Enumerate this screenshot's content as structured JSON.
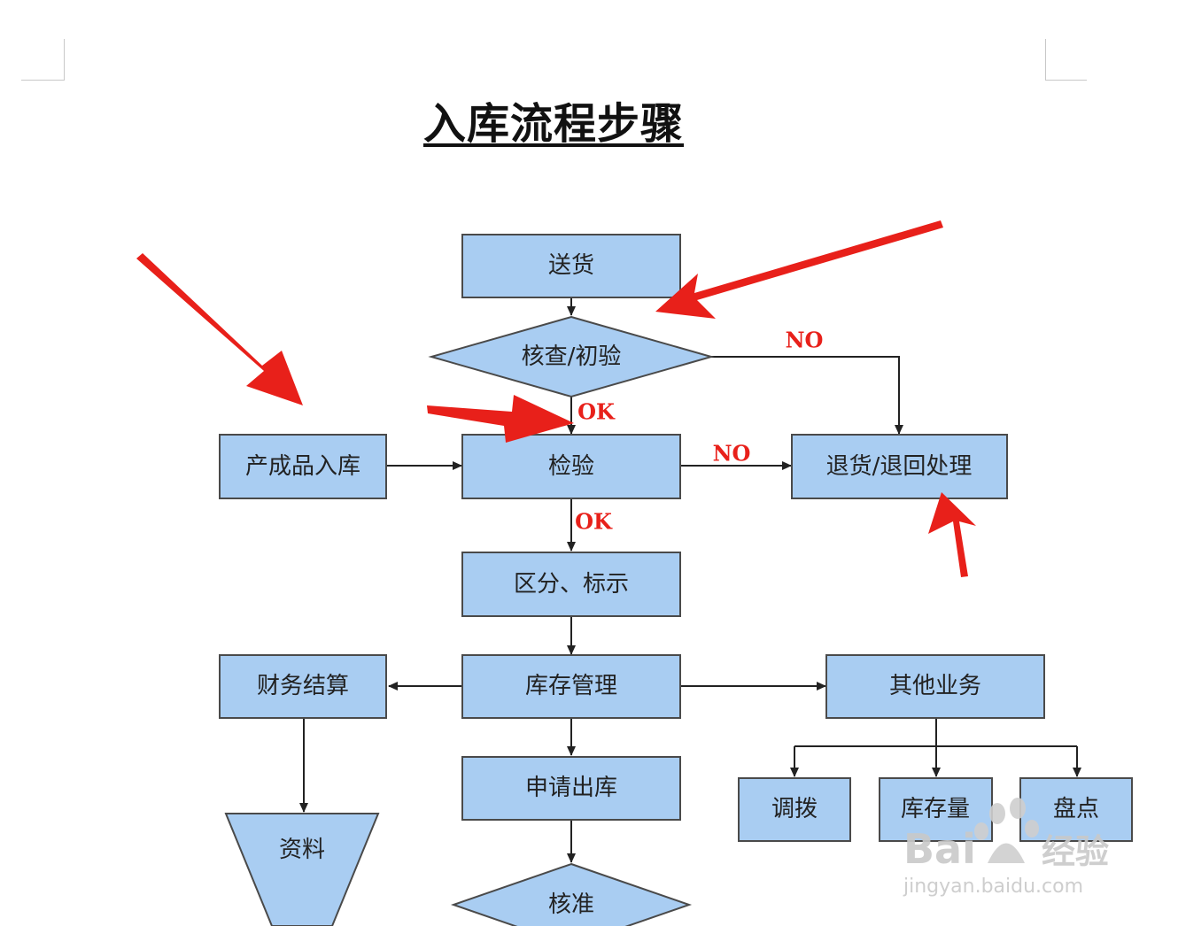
{
  "title": "入库流程步骤",
  "colors": {
    "box_fill": "#a9cdf2",
    "box_stroke": "#4a4a4a",
    "arrow": "#222222",
    "annotation": "#e8201a",
    "edge_label": "#e8201a"
  },
  "nodes": {
    "delivery": "送货",
    "check": "核查/初验",
    "finished_goods": "产成品入库",
    "inspection": "检验",
    "return_processing": "退货/退回处理",
    "classify": "区分、标示",
    "inventory_mgmt": "库存管理",
    "financial_settlement": "财务结算",
    "other_business": "其他业务",
    "outbound_request": "申请出库",
    "transfer": "调拨",
    "stock_quantity": "库存量",
    "stocktake": "盘点",
    "records": "资料",
    "approval": "核准"
  },
  "edge_labels": {
    "check_no": "NO",
    "check_ok": "OK",
    "inspection_no": "NO",
    "inspection_ok": "OK"
  },
  "watermark": {
    "brand": "Bai",
    "brand_suffix": "经验",
    "url": "jingyan.baidu.com"
  }
}
